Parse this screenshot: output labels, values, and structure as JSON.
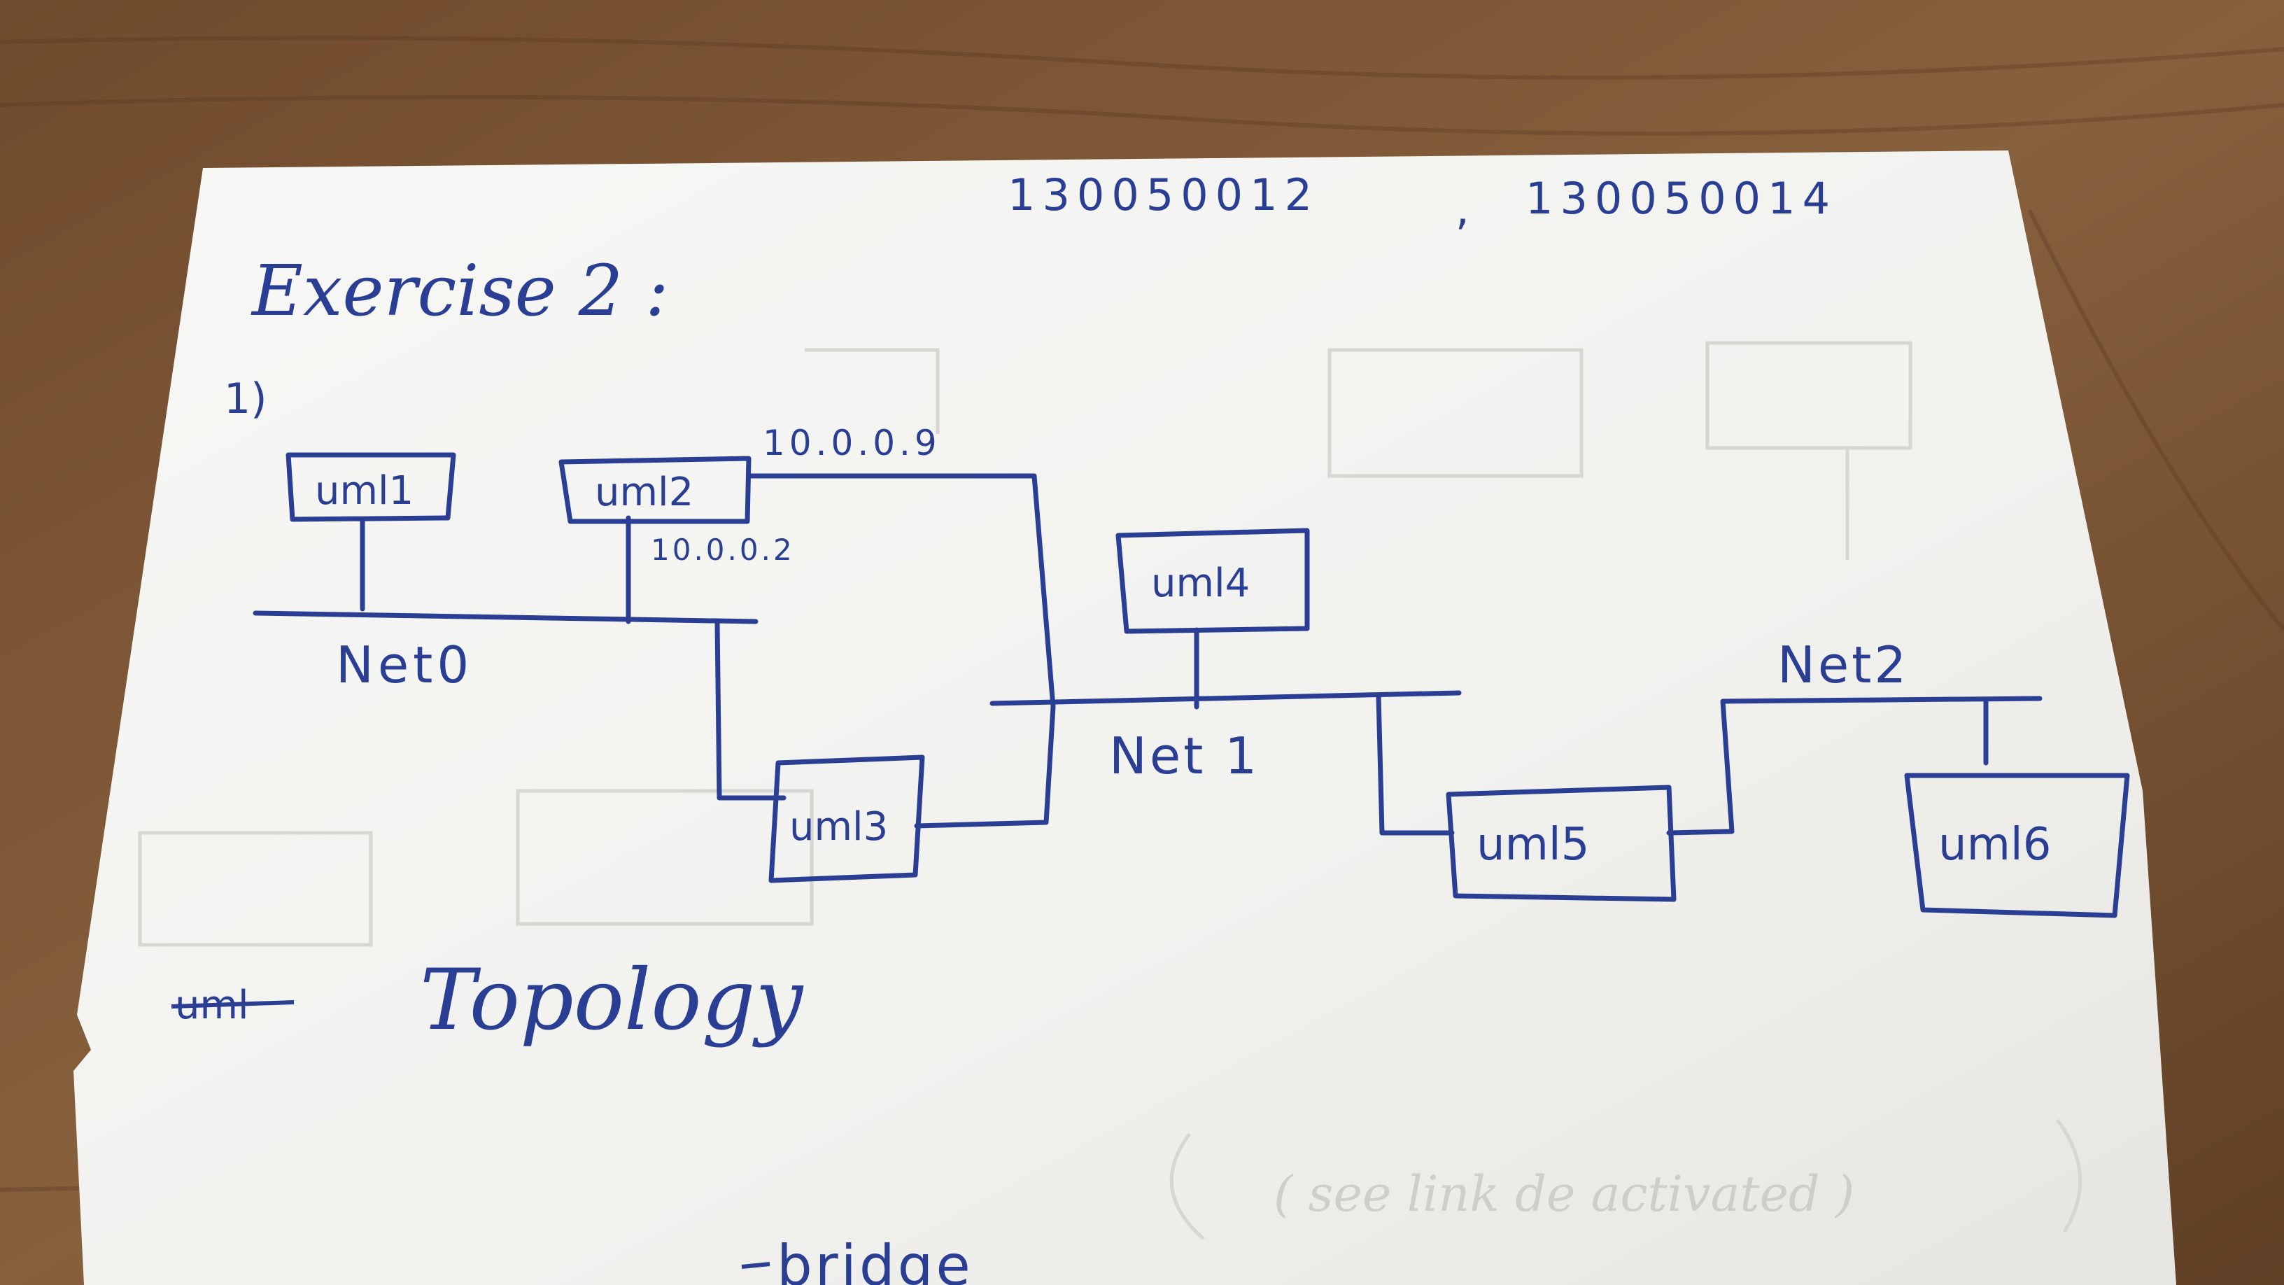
{
  "scene": "photo of handwritten network topology sketch on paper",
  "header": {
    "ids": [
      "130050012",
      "130050014"
    ],
    "separator": ","
  },
  "title": "Exercise 2 :",
  "part_label": "1)",
  "nodes": {
    "uml1": "uml1",
    "uml2": "uml2",
    "uml3": "uml3",
    "uml4": "uml4",
    "uml5": "uml5",
    "uml6": "uml6"
  },
  "networks": {
    "net0": "Net0",
    "net1": "Net 1",
    "net2": "Net2"
  },
  "addresses": {
    "uml2_net0": "10.0.0.2",
    "uml2_net1": "10.0.0.9"
  },
  "caption": {
    "struck": "uml",
    "text": "Topology"
  },
  "bottom_text": "bridge",
  "ink_color": "#2a3f93",
  "paper_color": "#f3f3f0",
  "table_color": "#7b5434"
}
